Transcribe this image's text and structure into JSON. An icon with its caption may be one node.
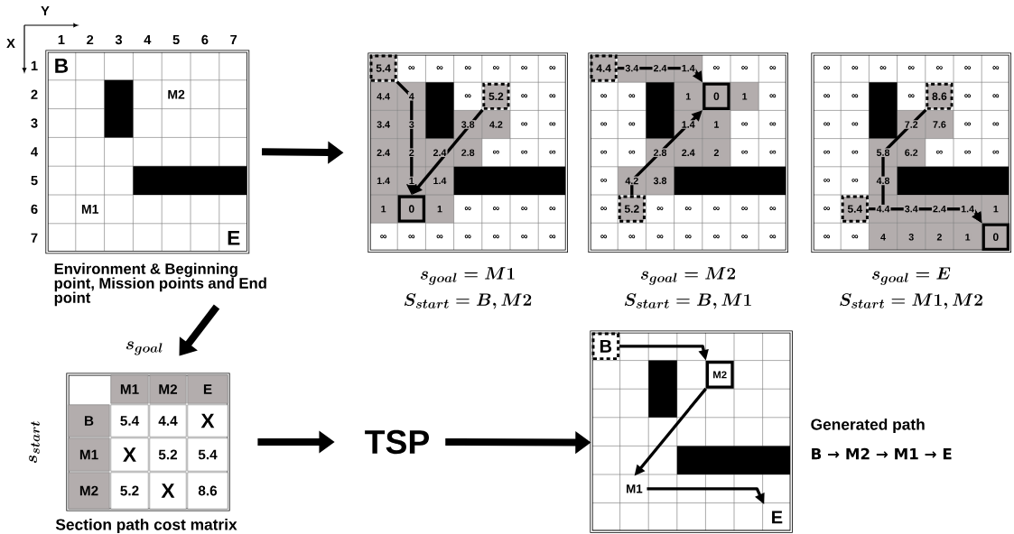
{
  "diagram": {
    "nodes": [
      {
        "text": [],
        "shape": "grid",
        "beside": [
          "Environment & Beginning point, Mission points and End point"
        ]
      },
      {
        "text": [],
        "shape": "grid",
        "beside": [
          "s_{goal} = M1",
          "S_{start} = B, M2"
        ]
      },
      {
        "text": [
          "5.4"
        ],
        "in": 1
      },
      {
        "text": [
          "5.2"
        ],
        "in": 1
      },
      {
        "text": [
          "0"
        ],
        "in": 1
      },
      {
        "text": [],
        "shape": "grid",
        "beside": [
          "s_{goal} = M2",
          "S_{start} = B, M1"
        ]
      },
      {
        "text": [
          "4.4"
        ],
        "in": 5
      },
      {
        "text": [
          "0"
        ],
        "in": 5
      },
      {
        "text": [
          "5.2"
        ],
        "in": 5
      },
      {
        "text": [],
        "shape": "grid",
        "beside": [
          "s_{goal} = E",
          "S_{start} = M1, M2"
        ]
      },
      {
        "text": [
          "8.6"
        ],
        "in": 9
      },
      {
        "text": [
          "5.4"
        ],
        "in": 9
      },
      {
        "text": [
          "0"
        ],
        "in": 9
      },
      {
        "text": [],
        "shape": "table",
        "beside": [
          "Section path cost matrix"
        ]
      },
      {
        "text": [
          "TSP"
        ]
      },
      {
        "text": [],
        "shape": "grid",
        "beside": [
          "Generated path",
          "B → M2 → M1 → E"
        ]
      },
      {
        "text": [
          "B"
        ],
        "in": 15
      },
      {
        "text": [
          "M2"
        ],
        "in": 15
      },
      {
        "text": [
          "M1"
        ],
        "in": 15
      },
      {
        "text": [
          "E"
        ],
        "in": 15
      }
    ],
    "edges": [
      {
        "from": 0,
        "to": 1,
        "arrow": "to",
        "style": "thick"
      },
      {
        "from": 0,
        "to": 13,
        "arrow": "to",
        "style": "thick"
      },
      {
        "from": 13,
        "to": 14,
        "arrow": "to",
        "style": "thick"
      },
      {
        "from": 14,
        "to": 15,
        "arrow": "to",
        "style": "thick"
      },
      {
        "from": 2,
        "to": 4,
        "arrow": "to"
      },
      {
        "from": 3,
        "to": 4,
        "arrow": "to"
      },
      {
        "from": 6,
        "to": 7,
        "arrow": "to"
      },
      {
        "from": 8,
        "to": 7,
        "arrow": "to"
      },
      {
        "from": 10,
        "to": 12,
        "arrow": "to"
      },
      {
        "from": 11,
        "to": 12,
        "arrow": "to"
      },
      {
        "from": 16,
        "to": 17,
        "arrow": "to"
      },
      {
        "from": 17,
        "to": 18,
        "arrow": "to"
      },
      {
        "from": 18,
        "to": 19,
        "arrow": "to"
      }
    ],
    "labels": [
      "Y",
      "X",
      "1",
      "2",
      "3",
      "4",
      "5",
      "6",
      "7",
      "1",
      "2",
      "3",
      "4",
      "5",
      "6",
      "7",
      "B",
      "M2",
      "M1",
      "E",
      "∞",
      "∞",
      "∞",
      "∞",
      "∞",
      "∞",
      "4.4",
      "4",
      "∞",
      "∞",
      "∞",
      "3.4",
      "3",
      "3.8",
      "4.2",
      "∞",
      "∞",
      "2.4",
      "2",
      "2.4",
      "2.8",
      "∞",
      "∞",
      "∞",
      "1.4",
      "1",
      "1.4",
      "1",
      "1",
      "∞",
      "∞",
      "∞",
      "∞",
      "∞",
      "∞",
      "∞",
      "∞",
      "∞",
      "∞",
      "∞",
      "3.4",
      "2.4",
      "1.4",
      "∞",
      "∞",
      "∞",
      "∞",
      "∞",
      "1",
      "1",
      "∞",
      "∞",
      "∞",
      "1.4",
      "1",
      "∞",
      "∞",
      "∞",
      "∞",
      "2.8",
      "2.4",
      "2",
      "∞",
      "∞",
      "∞",
      "4.2",
      "3.8",
      "∞",
      "∞",
      "∞",
      "∞",
      "∞",
      "∞",
      "∞",
      "∞",
      "∞",
      "∞",
      "∞",
      "∞",
      "∞",
      "∞",
      "∞",
      "∞",
      "∞",
      "∞",
      "∞",
      "∞",
      "∞",
      "∞",
      "∞",
      "∞",
      "∞",
      "∞",
      "∞",
      "7.2",
      "7.6",
      "∞",
      "∞",
      "∞",
      "∞",
      "5.8",
      "6.2",
      "∞",
      "∞",
      "∞",
      "∞",
      "∞",
      "4.8",
      "∞",
      "4.4",
      "3.4",
      "2.4",
      "1.4",
      "1",
      "∞",
      "∞",
      "4",
      "3",
      "2",
      "1",
      "s_{goal}",
      "s_{start}",
      "M1",
      "M2",
      "E",
      "B",
      "5.4",
      "4.4",
      "X",
      "M1",
      "X",
      "5.2",
      "5.4",
      "M2",
      "5.2",
      "X",
      "8.6"
    ]
  }
}
